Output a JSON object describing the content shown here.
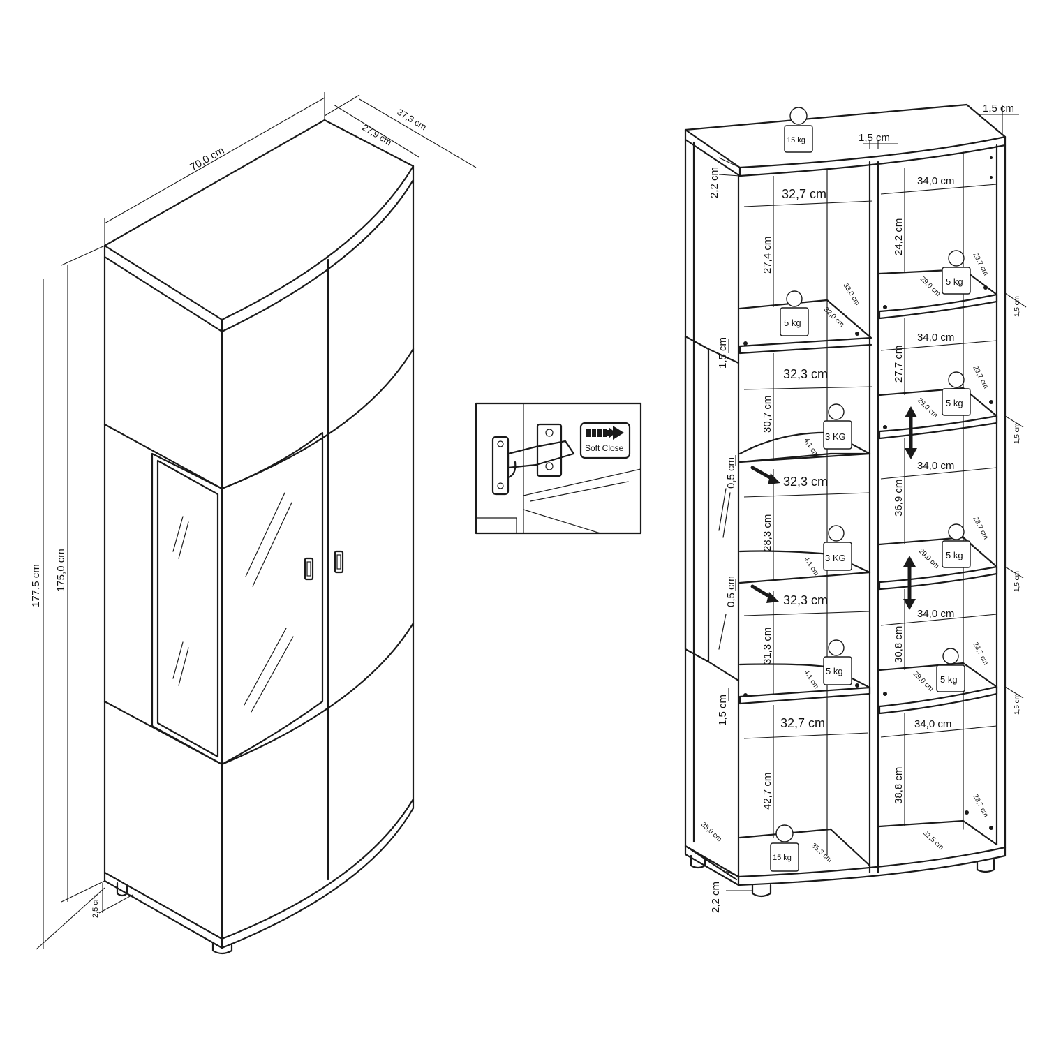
{
  "colors": {
    "line": "#1a1a1a",
    "background": "#ffffff"
  },
  "overview": {
    "width": "70,0 cm",
    "depth_outer": "37,3 cm",
    "depth_inner": "27,9 cm",
    "height_total": "177,5 cm",
    "height_body": "175,0 cm",
    "foot_height": "2,5 cm"
  },
  "hinge_detail": {
    "badge_label": "Soft Close",
    "icon": "soft-close-hinge-icon"
  },
  "interior": {
    "top_thickness": "1,5 cm",
    "divider_thickness": "1,5 cm",
    "top_board": "2,2 cm",
    "bottom_board": "2,2 cm",
    "top_load": "15 kg",
    "bottom_load": "15 kg",
    "left_column": {
      "widths": [
        "32,7 cm",
        "32,3 cm",
        "32,3 cm",
        "32,3 cm",
        "32,7 cm"
      ],
      "heights": [
        "27,4 cm",
        "30,7 cm",
        "28,3 cm",
        "31,3 cm",
        "42,7 cm"
      ],
      "loads": [
        "5 kg",
        "3 KG",
        "3 KG",
        "5 kg"
      ],
      "shelf_depths": [
        "33,0 cm",
        "32,0 cm"
      ],
      "glass_depths": [
        "4,1 cm",
        "4,1 cm",
        "4,1 cm"
      ],
      "gaps": [
        "1,5 cm",
        "0,5 cm",
        "0,5 cm",
        "1,5 cm"
      ],
      "bottom_depth": "35,3 cm",
      "side_depth": "35,0 cm"
    },
    "right_column": {
      "widths": [
        "34,0 cm",
        "34,0 cm",
        "34,0 cm",
        "34,0 cm",
        "34,0 cm"
      ],
      "heights": [
        "24,2 cm",
        "27,7 cm",
        "36,9 cm",
        "30,8 cm",
        "38,8 cm"
      ],
      "loads": [
        "5 kg",
        "5 kg",
        "5 kg",
        "5 kg"
      ],
      "shelf_depths": [
        "29,0 cm",
        "29,0 cm",
        "29,0 cm",
        "29,0 cm"
      ],
      "shelf_side_depths": [
        "23,7 cm",
        "23,7 cm",
        "23,7 cm",
        "23,7 cm",
        "23,7 cm"
      ],
      "shelf_thickness": [
        "1,5 cm",
        "1,5 cm",
        "1,5 cm",
        "1,5 cm"
      ],
      "bottom_depth": "31,5 cm"
    }
  }
}
